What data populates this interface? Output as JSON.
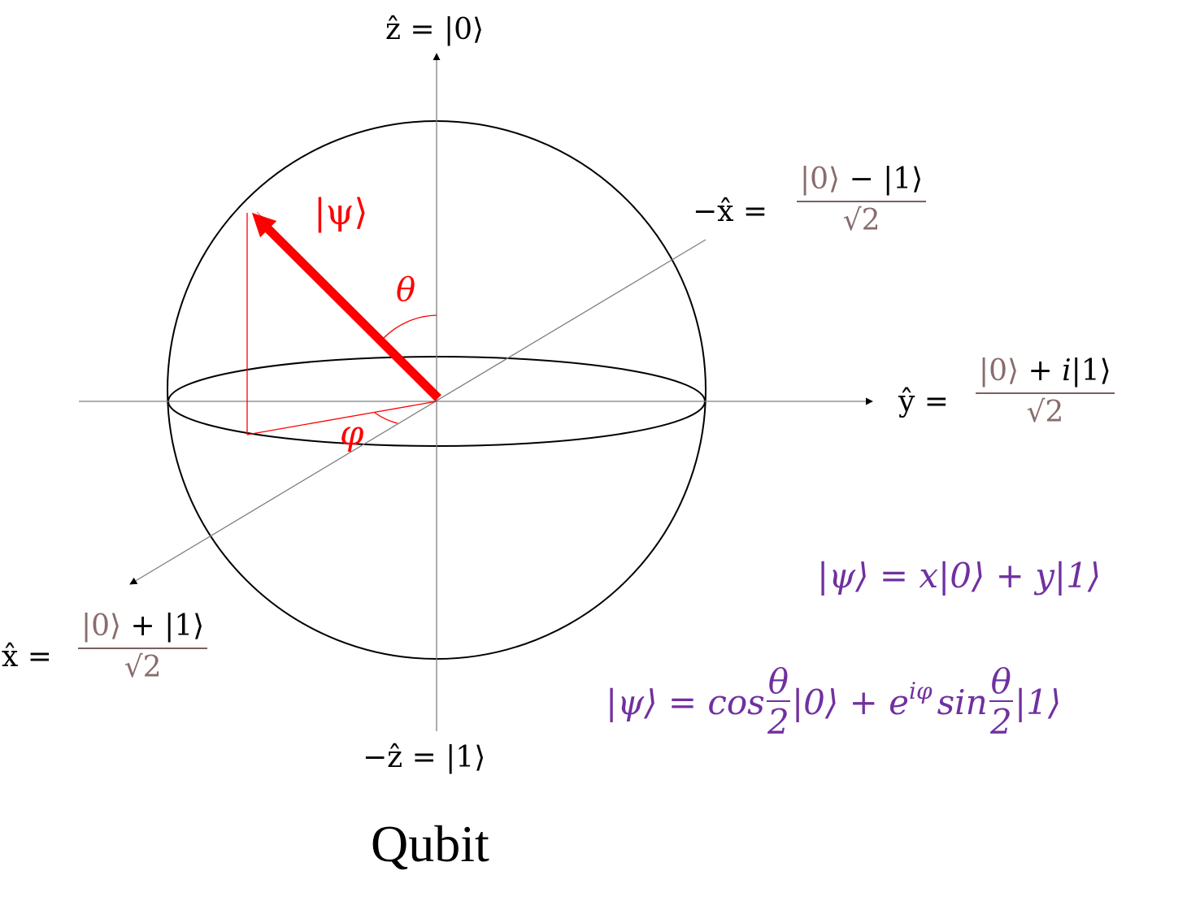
{
  "labels": {
    "z_axis": "ẑ = |0⟩",
    "neg_z_axis": "−ẑ = |1⟩",
    "neg_x_axis_left": "−x̂ =",
    "x_axis_left": "x̂ =",
    "y_axis_left": "ŷ =",
    "psi": "|ψ⟩",
    "theta": "θ",
    "phi": "φ",
    "title": "Qubit"
  },
  "fractions": {
    "neg_x": {
      "ket0": "|0⟩",
      "rest": " − |1⟩",
      "den": "√2"
    },
    "y": {
      "ket0": "|0⟩",
      "rest": " + 𝑖|1⟩",
      "den": "√2"
    },
    "x": {
      "ket0": "|0⟩",
      "rest": " + |1⟩",
      "den": "√2"
    }
  },
  "equations": {
    "eq1": "|ψ⟩ = x|0⟩ + y|1⟩",
    "eq2_lhs": "|ψ⟩ = cos",
    "eq2_theta1": "θ",
    "eq2_two1": "2",
    "eq2_mid": "|0⟩ + e",
    "eq2_sup": "iφ",
    "eq2_sin": "sin",
    "eq2_theta2": "θ",
    "eq2_two2": "2",
    "eq2_end": "|1⟩"
  },
  "colors": {
    "vector": "#ff0000",
    "equations": "#7030a0",
    "fraction_brown": "#8a6c6c",
    "axis": "#7f7f7f",
    "sphere": "#000000"
  }
}
